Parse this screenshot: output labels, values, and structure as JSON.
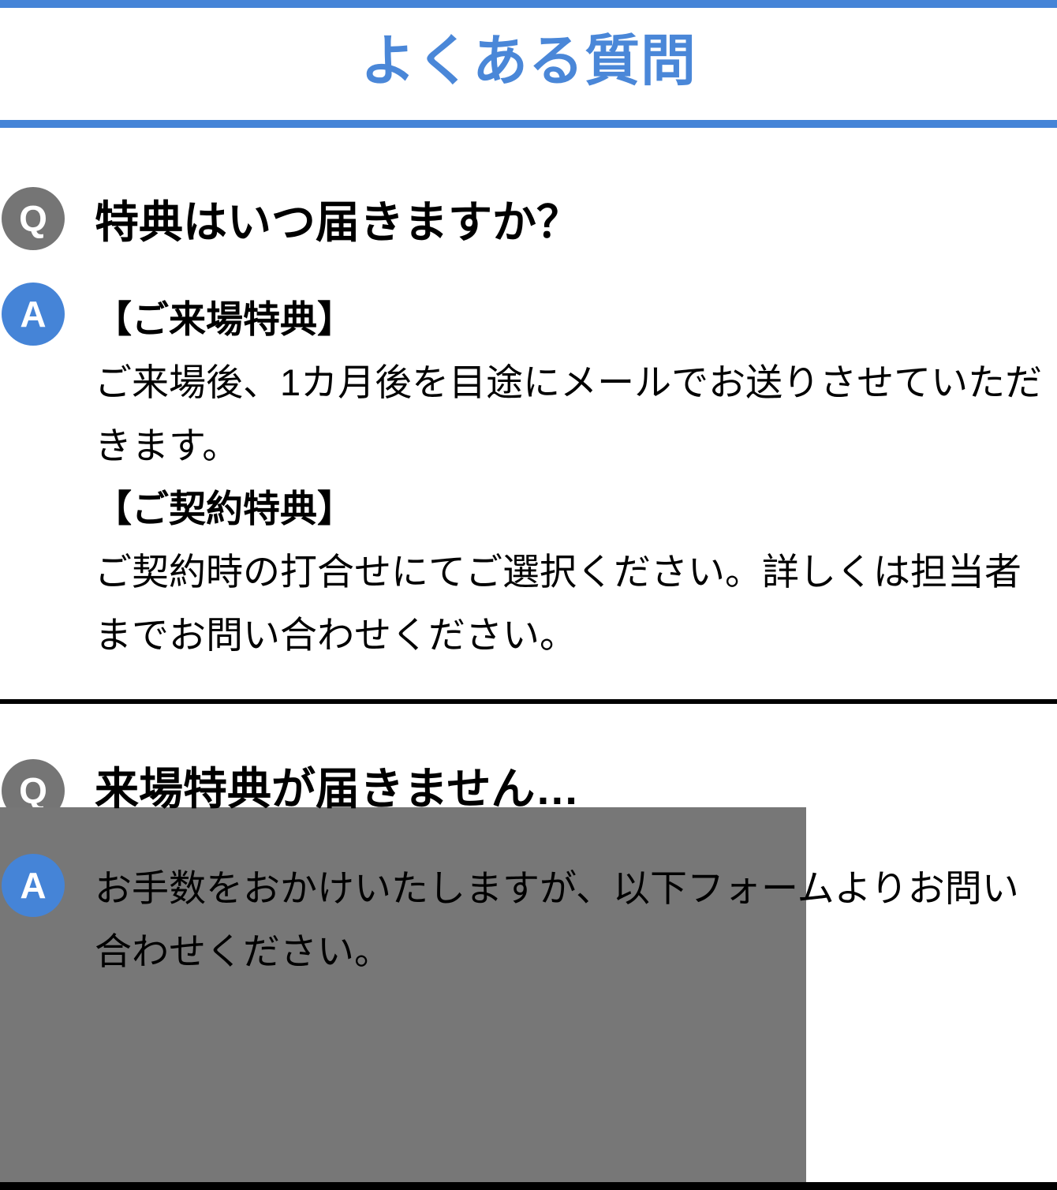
{
  "page": {
    "title": "よくある質問"
  },
  "colors": {
    "accent_blue": "#4584d7",
    "title_blue": "#4a87d8",
    "q_badge_gray": "#757575",
    "overlay_gray": "#777777",
    "divider_black": "#000000"
  },
  "faq": [
    {
      "q_label": "Q",
      "a_label": "A",
      "question": "特典はいつ届きますか？",
      "answers": [
        {
          "heading": "【ご来場特典】",
          "body": "ご来場後、1カ月後を目途にメールでお送りさせていただきます。"
        },
        {
          "heading": "【ご契約特典】",
          "body": "ご契約時の打合せにてご選択ください。詳しくは担当者までお問い合わせください。"
        }
      ]
    },
    {
      "q_label": "Q",
      "a_label": "A",
      "question": "来場特典が届きません…",
      "answers": [
        {
          "heading": "",
          "body": "お手数をおかけいたしますが、以下フォームよりお問い合わせください。"
        }
      ]
    }
  ]
}
